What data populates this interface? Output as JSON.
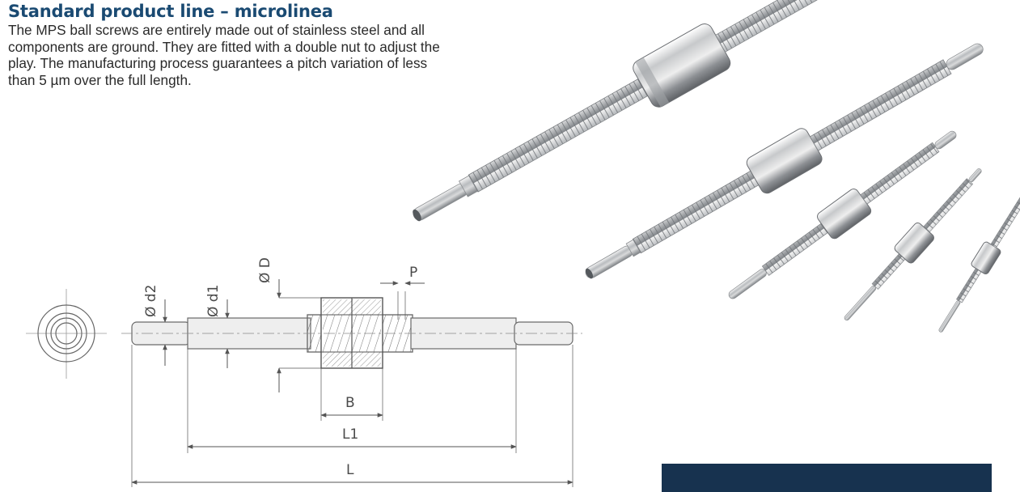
{
  "heading": "Standard product line – microlinea",
  "intro": "The MPS ball screws are entirely made out of stainless steel and all components are ground. They are fitted with a double nut to adjust the play. The manufacturing process guarantees a pitch variation of less than 5 µm over the full length.",
  "drawing": {
    "labels": {
      "d2": "Ø d2",
      "d1": "Ø d1",
      "D": "Ø D",
      "P": "P",
      "B": "B",
      "L1": "L1",
      "L": "L"
    }
  },
  "colors": {
    "heading": "#1a4a72",
    "navy_bar": "#17324f"
  }
}
